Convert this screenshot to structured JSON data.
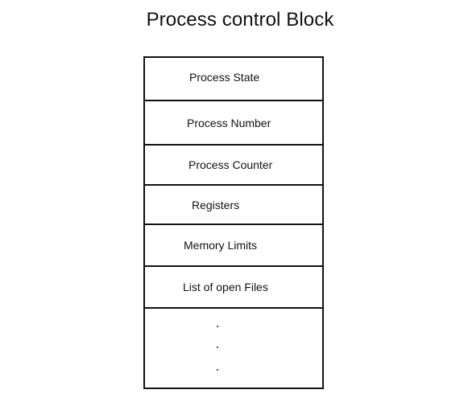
{
  "title": "Process control Block",
  "rows": [
    {
      "label": "Process State"
    },
    {
      "label": "Process Number"
    },
    {
      "label": "Process Counter"
    },
    {
      "label": "Registers"
    },
    {
      "label": "Memory Limits"
    },
    {
      "label": "List of open Files"
    }
  ],
  "ellipsis": {
    "dots": 3
  }
}
